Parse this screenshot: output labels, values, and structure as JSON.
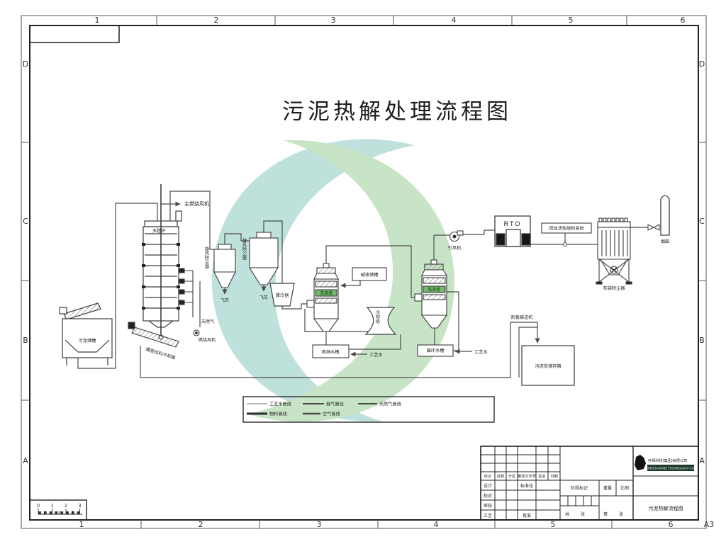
{
  "title": "污泥热解处理流程图",
  "border": {
    "top": [
      "1",
      "2",
      "3",
      "4",
      "5",
      "6"
    ],
    "bottom": [
      "1",
      "2",
      "3",
      "4",
      "5",
      "6"
    ],
    "left": [
      "D",
      "C",
      "B",
      "A"
    ],
    "right": [
      "D",
      "C",
      "B",
      "A"
    ],
    "sheet_label": "A3"
  },
  "equipment": {
    "sludge_tank": "污泥储槽",
    "furnace": "多膛炉",
    "main_comb_fan": "主燃烧风机",
    "cyclone": "旋风除尘器",
    "cyclone2": "旋风除尘器",
    "fly_ash": "飞灰",
    "fly_ash2": "飞灰",
    "natural_gas": "天然气",
    "comb_fan": "燃烧风机",
    "screw_cooler": "螺旋出料冷却器",
    "quench": "骤冷器",
    "alkali_tank": "碱液储槽",
    "scrubber": "洗涤塔",
    "scrubber2": "洗涤塔",
    "cooling_tower": "冷却塔",
    "spray_tank": "喷淋水槽",
    "circ_tank": "循环水槽",
    "process_water": "工艺水",
    "process_water2": "工艺水",
    "id_fan": "引风机",
    "rto": "RTO",
    "carbon_injection": "喷加活性碳粉系统",
    "bag_filter": "布袋除尘器",
    "stack": "烟囱",
    "scraper": "刮板输送机",
    "char_box": "污泥炭储存箱"
  },
  "legend": {
    "labels": [
      "工艺水管线",
      "烟气管线",
      "天然气管线",
      "物料管线",
      "空气管线"
    ]
  },
  "title_block": {
    "mark": "标记",
    "count": "处数",
    "zone": "分区",
    "change_doc": "更改文件号",
    "signature": "签名",
    "date": "日期",
    "design": "设计",
    "check": "校对",
    "review": "审核",
    "process": "工艺",
    "standardize": "标准化",
    "approve": "批准",
    "stage_mark": "阶段标记",
    "weight": "重量",
    "scale": "比例",
    "total": "共",
    "sheets": "张",
    "no": "第",
    "sheet": "张",
    "drawing_title": "污泥热解流程图",
    "company_cn": "环保科技(集团)有限公司",
    "company_en": "GREEN-SHINE TECHNOLOGY CO."
  },
  "scale_ruler": {
    "ticks": [
      "0",
      "1",
      "2",
      "3"
    ]
  },
  "colors": {
    "logo_green": "#4aa945",
    "logo_teal": "#2f9f8c",
    "band_green": "#74b86b",
    "line": "#4b4b4b"
  }
}
